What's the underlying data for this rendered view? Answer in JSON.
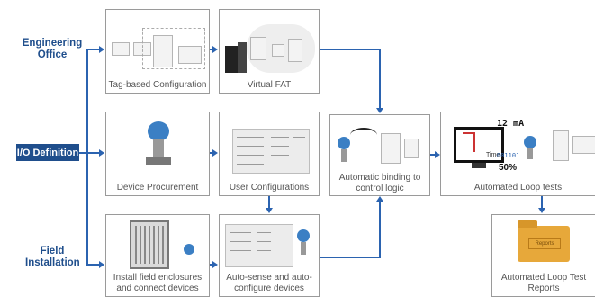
{
  "rows": {
    "engineering": "Engineering\nOffice",
    "io_definition": "I/O Definition",
    "field": "Field\nInstallation"
  },
  "panels": {
    "tag_config": "Tag-based Configuration",
    "virtual_fat": "Virtual FAT",
    "device_procurement": "Device Procurement",
    "user_configurations": "User Configurations",
    "install_field": "Install field enclosures\nand connect devices",
    "auto_sense": "Auto-sense and auto-\nconfigure devices",
    "auto_binding": "Automatic binding to\ncontrol logic",
    "loop_tests": "Automated Loop tests",
    "loop_reports": "Automated Loop Test\nReports"
  },
  "loop_test": {
    "current": "12 mA",
    "percent": "50%",
    "bits": "001101",
    "time_label": "Time"
  },
  "folder_label": "Reports",
  "colors": {
    "flow_blue": "#2b63b0",
    "label_blue": "#1f4e8c",
    "panel_border": "#9a9a9a"
  }
}
